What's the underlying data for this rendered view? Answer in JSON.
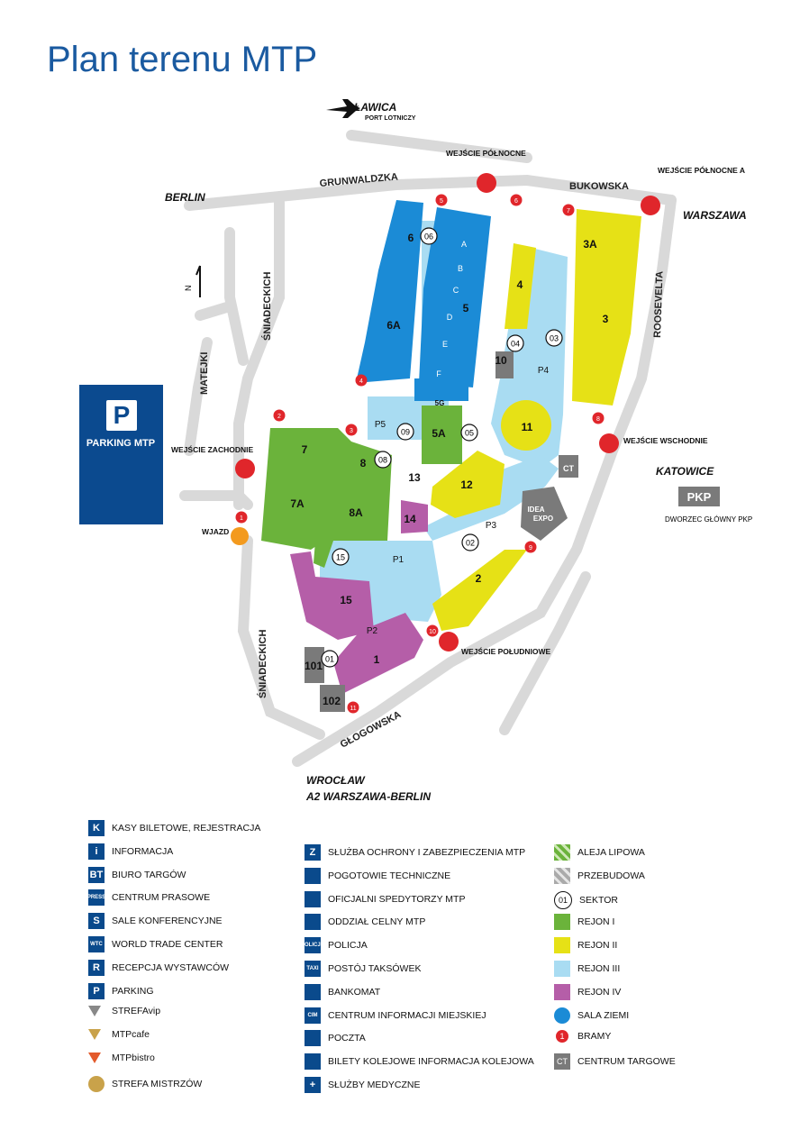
{
  "title": "Plan terenu MTP",
  "colors": {
    "blue": "#1b8bd6",
    "yellow": "#e6e116",
    "green": "#6bb33b",
    "lightblue": "#a9dcf2",
    "purple": "#b55ea8",
    "road": "#d9d9d9",
    "navy": "#0b4a8f",
    "red": "#e0262b",
    "grey": "#7a7a7a"
  },
  "roads": {
    "grunwaldzka": "GRUNWALDZKA",
    "bukowska": "BUKOWSKA",
    "roosevelta": "ROOSEVELTA",
    "glogowska": "GŁOGOWSKA",
    "sniadeckich": "ŚNIADECKICH",
    "matejki": "MATEJKI"
  },
  "directions": {
    "berlin": "BERLIN",
    "warszawa": "WARSZAWA",
    "katowice": "KATOWICE",
    "wroclaw": "WROCŁAW",
    "a2": "A2 WARSZAWA-BERLIN",
    "lawica": "ŁAWICA",
    "port": "PORT LOTNICZY"
  },
  "entrances": {
    "north": "WEJŚCIE PÓŁNOCNE",
    "north_a": "WEJŚCIE PÓŁNOCNE A",
    "west": "WEJŚCIE ZACHODNIE",
    "east": "WEJŚCIE WSCHODNIE",
    "south": "WEJŚCIE POŁUDNIOWE",
    "wjazd": "WJAZD"
  },
  "parking": {
    "label": "PARKING MTP",
    "icon": "P"
  },
  "pkp": {
    "label": "PKP",
    "sub": "DWORZEC GŁÓWNY PKP"
  },
  "north_label": "N",
  "halls": {
    "h6": "6",
    "h6a": "6A",
    "h5": "5",
    "h5a": "5A",
    "h5g": "5G",
    "h4": "4",
    "h3": "3",
    "h3a": "3A",
    "h7": "7",
    "h7a": "7A",
    "h8": "8",
    "h8a": "8A",
    "h11": "11",
    "h12": "12",
    "h13": "13",
    "h14": "14",
    "h15": "15",
    "h1": "1",
    "h2": "2",
    "h10": "10",
    "h101": "101",
    "h102": "102",
    "idea": "IDEA",
    "expo": "EXPO",
    "ct": "CT",
    "a": "A",
    "b": "B",
    "c": "C",
    "d": "D",
    "e": "E",
    "f": "F"
  },
  "sectors": [
    "06",
    "04",
    "03",
    "10",
    "09",
    "05",
    "08",
    "15",
    "02",
    "01"
  ],
  "parkings": {
    "p1": "P1",
    "p2": "P2",
    "p3": "P3",
    "p4": "P4",
    "p5": "P5"
  },
  "gates": [
    "1",
    "2",
    "3",
    "4",
    "5",
    "6",
    "7",
    "8",
    "9",
    "10",
    "11"
  ],
  "legend": {
    "col1": [
      "KASY BILETOWE, REJESTRACJA",
      "INFORMACJA",
      "BIURO TARGÓW",
      "CENTRUM PRASOWE",
      "SALE KONFERENCYJNE",
      "WORLD TRADE CENTER",
      "RECEPCJA WYSTAWCÓW",
      "PARKING",
      "STREFAvip",
      "MTPcafe",
      "MTPbistro",
      "STREFA MISTRZÓW"
    ],
    "col2": [
      "SŁUŻBA OCHRONY I ZABEZPIECZENIA MTP",
      "POGOTOWIE TECHNICZNE",
      "OFICJALNI SPEDYTORZY MTP",
      "ODDZIAŁ CELNY MTP",
      "POLICJA",
      "POSTÓJ TAKSÓWEK",
      "BANKOMAT",
      "CENTRUM INFORMACJI MIEJSKIEJ",
      "POCZTA",
      "BILETY KOLEJOWE  INFORMACJA KOLEJOWA",
      "SŁUŻBY MEDYCZNE"
    ],
    "col3": [
      "ALEJA LIPOWA",
      "PRZEBUDOWA",
      "SEKTOR",
      "REJON I",
      "REJON II",
      "REJON III",
      "REJON IV",
      "SALA ZIEMI",
      "BRAMY",
      "CENTRUM TARGOWE"
    ],
    "icons1": [
      "K",
      "i",
      "BT",
      "PRESS",
      "S",
      "WTC",
      "R",
      "P",
      "",
      "",
      "",
      ""
    ],
    "icons2": [
      "Z",
      "",
      "",
      "",
      "POLICJA",
      "TAXI",
      "",
      "CIM",
      "",
      "",
      "+"
    ],
    "sector_sample": "01",
    "gate_sample": "1",
    "ct_sample": "CT"
  }
}
